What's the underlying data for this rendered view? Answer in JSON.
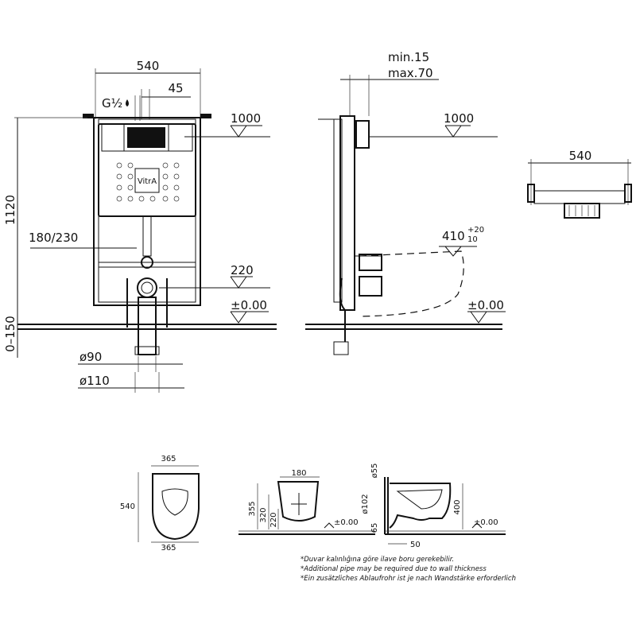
{
  "front_view": {
    "width": "540",
    "offset": "45",
    "inlet": "G½",
    "height": "1120",
    "drain_height": "180/230",
    "flush_height": "1000",
    "outlet_height": "220",
    "floor_level": "±0.00",
    "floor_adjust": "0–150",
    "pipe_small": "ø90",
    "pipe_large": "ø110",
    "brand": "VitrA"
  },
  "side_view": {
    "wall_min": "min.15",
    "wall_max": "max.70",
    "flush_height": "1000",
    "bowl_projection": "410",
    "tol_plus": "+20",
    "tol_minus": "10",
    "floor_level": "±0.00"
  },
  "top_view": {
    "width": "540"
  },
  "bowl_plan": {
    "width_top": "365",
    "length": "540",
    "width_bottom": "365"
  },
  "bowl_front": {
    "bolt_spacing": "180",
    "h_355": "355",
    "h_320": "320",
    "h_220": "220",
    "floor_level": "±0.00"
  },
  "bowl_side": {
    "d_55": "ø55",
    "d_102": "ø102",
    "h_65": "65",
    "h_400": "400",
    "depth_50": "50",
    "floor_level": "±0.00"
  },
  "notes": [
    "*Duvar kalınlığına göre ilave boru gerekebilir.",
    "*Additional pipe may be required due to wall thickness",
    "*Ein zusätzliches Ablaufrohr ist je nach Wandstärke erforderlich"
  ]
}
